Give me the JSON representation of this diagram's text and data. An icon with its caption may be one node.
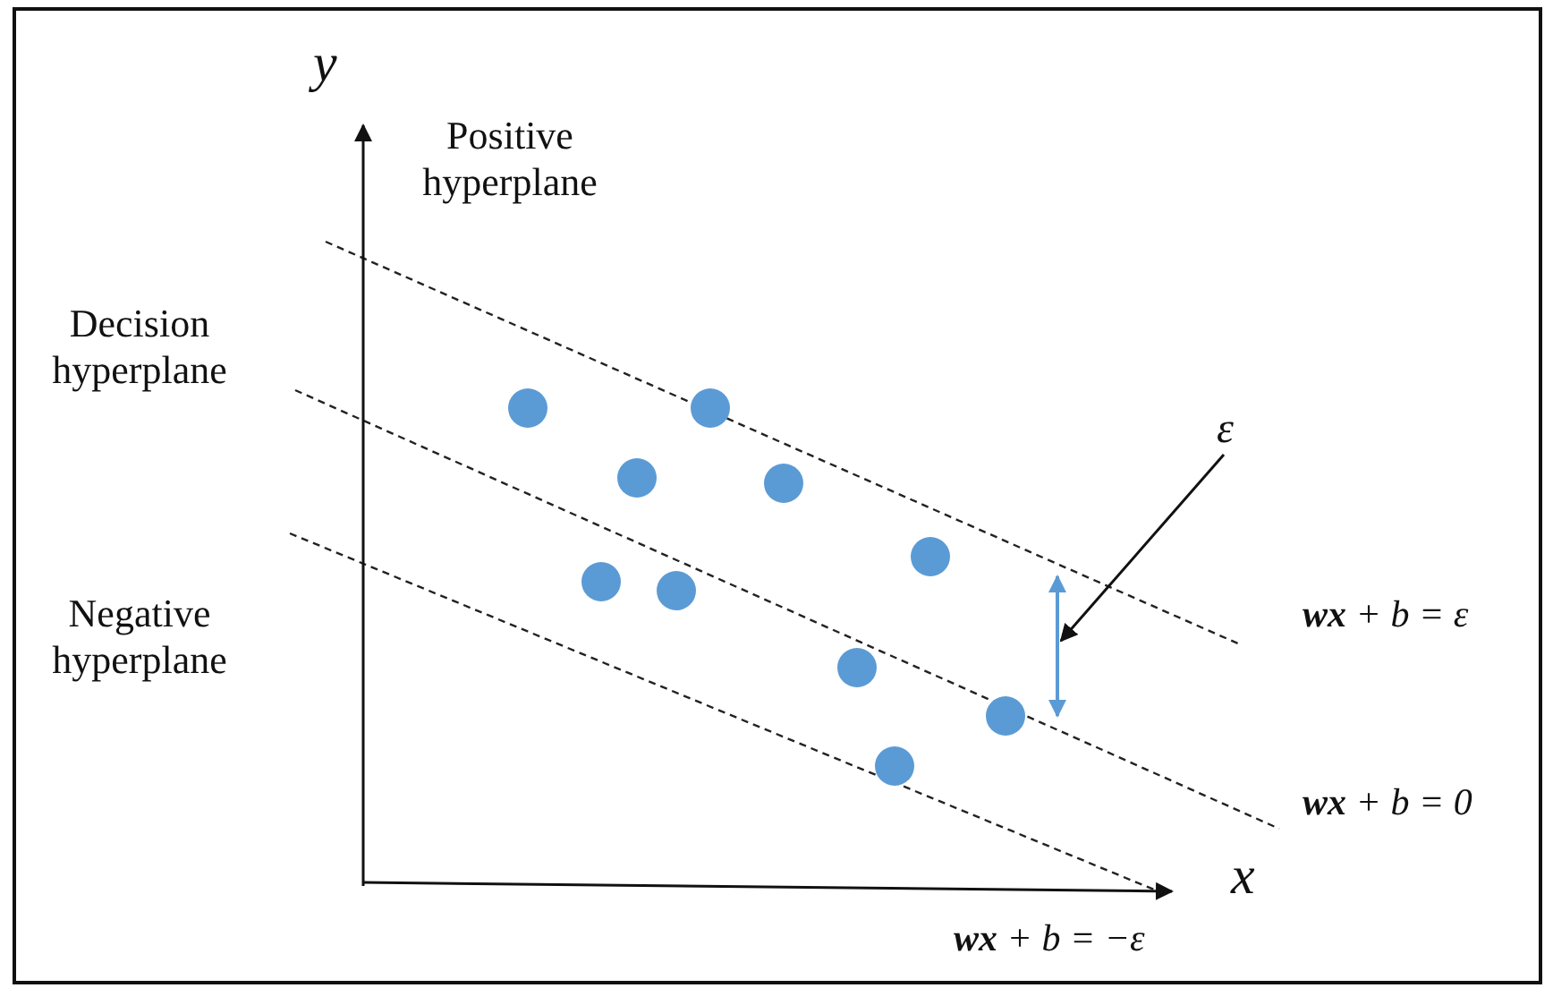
{
  "diagram": {
    "nodes": [
      {
        "text": [
          "ε"
        ]
      },
      {
        "text": [],
        "shape": "arrow"
      }
    ],
    "edges": [
      {
        "from": 0,
        "to": 1,
        "arrow": "to"
      }
    ],
    "labels": [
      "y",
      "Positive hyperplane",
      "Decision hyperplane",
      "Negative hyperplane",
      "**wx** + *b* = ε",
      "**wx** + *b* = 0",
      "x",
      "**wx** + *b* = −ε"
    ]
  }
}
